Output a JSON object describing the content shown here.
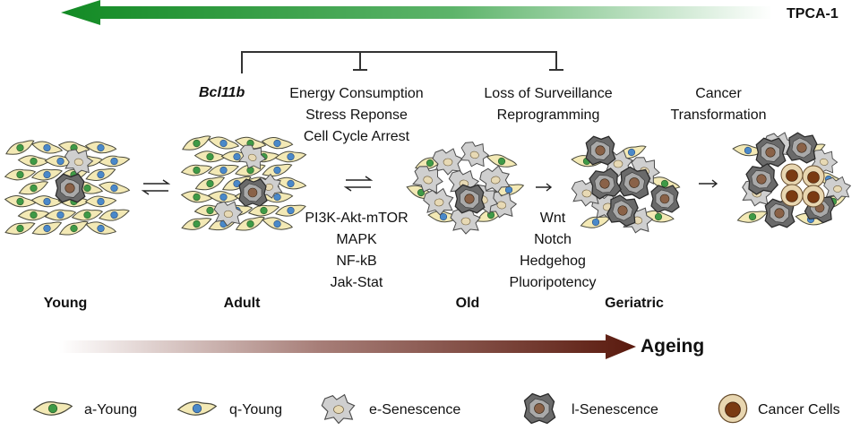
{
  "colors": {
    "green_arrow": "#1a8a2a",
    "ageing_arrow_dark": "#5a1a0e",
    "young_cell_fill": "#f3e9b5",
    "young_cell_stroke": "#5a5a4a",
    "green_nucleus": "#3f9a46",
    "blue_nucleus": "#4a89c9",
    "senescent_fill": "#cfcfcf",
    "late_senescent_fill": "#6a6a6a",
    "cancer_fill": "#e8d6b0",
    "cancer_nucleus": "#7a3a12"
  },
  "top_arrow": {
    "label": "TPCA-1"
  },
  "bottom_arrow": {
    "label": "Ageing"
  },
  "regulator": {
    "label": "Bcl11b"
  },
  "processes": {
    "adult_old": [
      "Energy Consumption",
      "Stress Reponse",
      "Cell Cycle Arrest"
    ],
    "old_geriatric": [
      "Loss of Surveillance",
      "Reprogramming"
    ],
    "geriatric_cancer": [
      "Cancer",
      "Transformation"
    ]
  },
  "pathways": {
    "adult_old": [
      "PI3K-Akt-mTOR",
      "MAPK",
      "NF-kB",
      "Jak-Stat"
    ],
    "old_geriatric": [
      "Wnt",
      "Notch",
      "Hedgehog",
      "Pluoripotency"
    ]
  },
  "stages": [
    {
      "id": "young",
      "label": "Young"
    },
    {
      "id": "adult",
      "label": "Adult"
    },
    {
      "id": "old",
      "label": "Old"
    },
    {
      "id": "geriatric",
      "label": "Geriatric"
    },
    {
      "id": "cancer",
      "label": ""
    }
  ],
  "legend": [
    {
      "icon": "a-young-cell-icon",
      "label": "a-Young"
    },
    {
      "icon": "q-young-cell-icon",
      "label": "q-Young"
    },
    {
      "icon": "e-senescence-cell-icon",
      "label": "e-Senescence"
    },
    {
      "icon": "l-senescence-cell-icon",
      "label": "l-Senescence"
    },
    {
      "icon": "cancer-cell-icon",
      "label": "Cancer Cells"
    }
  ]
}
